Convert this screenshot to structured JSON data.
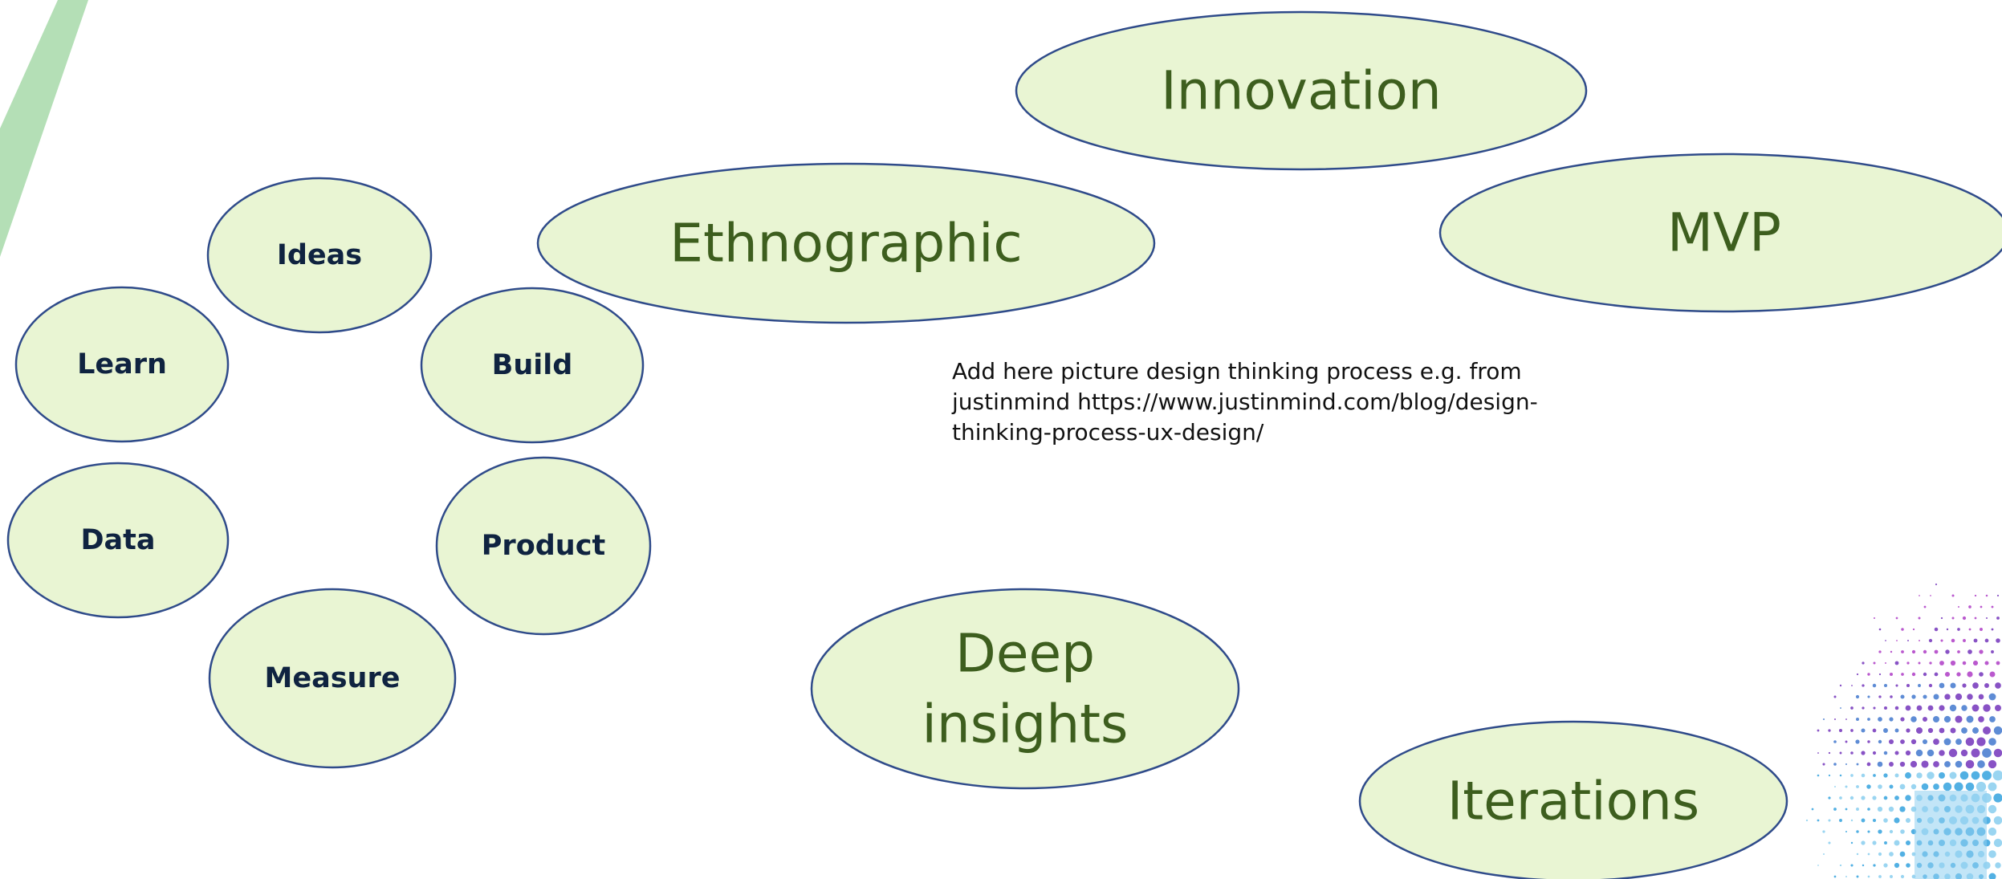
{
  "colors": {
    "bubble_fill": "#e9f5d3",
    "bubble_stroke": "#2f4b8a",
    "small_label": "#0f2340",
    "large_label": "#3d5e1e",
    "accent_stripe": "#b4dfb6",
    "dot_palette": [
      "#7b3fbf",
      "#b347c9",
      "#4d7fd0",
      "#3fa7e0",
      "#8fd0f0"
    ]
  },
  "cycle_bubbles": [
    {
      "id": "ideas",
      "label": "Ideas"
    },
    {
      "id": "build",
      "label": "Build"
    },
    {
      "id": "product",
      "label": "Product"
    },
    {
      "id": "measure",
      "label": "Measure"
    },
    {
      "id": "data",
      "label": "Data"
    },
    {
      "id": "learn",
      "label": "Learn"
    }
  ],
  "concept_bubbles": [
    {
      "id": "innovation",
      "lines": [
        "Innovation"
      ]
    },
    {
      "id": "ethnographic",
      "lines": [
        "Ethnographic"
      ]
    },
    {
      "id": "mvp",
      "lines": [
        "MVP"
      ]
    },
    {
      "id": "deep-insights",
      "lines": [
        "Deep",
        "insights"
      ]
    },
    {
      "id": "iterations",
      "lines": [
        "Iterations"
      ]
    }
  ],
  "note": {
    "lines": [
      "Add here picture  design thinking process e.g. from",
      "justinmind https://www.justinmind.com/blog/design-",
      "thinking-process-ux-design/"
    ]
  },
  "decorations": {
    "corner_stripe_icon": "diagonal-stripe",
    "halftone_icon": "halftone-dot-cluster"
  }
}
